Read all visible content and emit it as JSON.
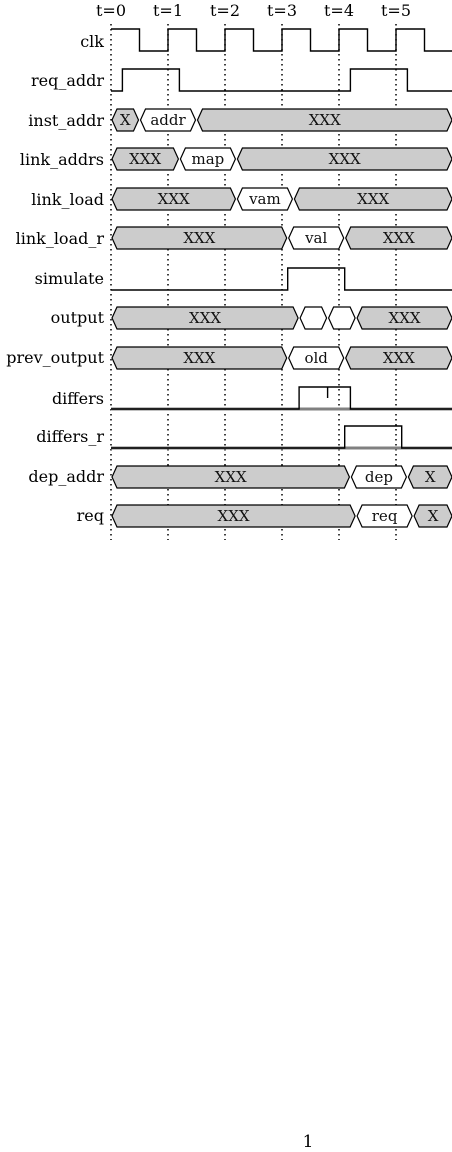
{
  "time_labels": [
    "t=0",
    "t=1",
    "t=2",
    "t=3",
    "t=4",
    "t=5"
  ],
  "signal_labels": {
    "clk": "clk",
    "req_addr": "req_addr",
    "inst_addr": "inst_addr",
    "link_addrs": "link_addrs",
    "link_load": "link_load",
    "link_load_r": "link_load_r",
    "simulate": "simulate",
    "output": "output",
    "prev_output": "prev_output",
    "differs": "differs",
    "differs_r": "differs_r",
    "dep_addr": "dep_addr",
    "req": "req"
  },
  "bus_segments": {
    "inst_addr": [
      {
        "t0": 0,
        "t1": 0.5,
        "text": "X",
        "fill": "gray"
      },
      {
        "t0": 0.5,
        "t1": 1.5,
        "text": "addr",
        "fill": "white"
      },
      {
        "t0": 1.5,
        "t1": 6,
        "text": "XXX",
        "fill": "gray"
      }
    ],
    "link_addrs": [
      {
        "t0": 0,
        "t1": 1.2,
        "text": "XXX",
        "fill": "gray"
      },
      {
        "t0": 1.2,
        "t1": 2.2,
        "text": "map",
        "fill": "white"
      },
      {
        "t0": 2.2,
        "t1": 6,
        "text": "XXX",
        "fill": "gray"
      }
    ],
    "link_load": [
      {
        "t0": 0,
        "t1": 2.2,
        "text": "XXX",
        "fill": "gray"
      },
      {
        "t0": 2.2,
        "t1": 3.2,
        "text": "vam",
        "fill": "white"
      },
      {
        "t0": 3.2,
        "t1": 6,
        "text": "XXX",
        "fill": "gray"
      }
    ],
    "link_load_r": [
      {
        "t0": 0,
        "t1": 3.1,
        "text": "XXX",
        "fill": "gray"
      },
      {
        "t0": 3.1,
        "t1": 4.1,
        "text": "val",
        "fill": "white"
      },
      {
        "t0": 4.1,
        "t1": 6,
        "text": "XXX",
        "fill": "gray"
      }
    ],
    "output": [
      {
        "t0": 0,
        "t1": 3.3,
        "text": "XXX",
        "fill": "gray"
      },
      {
        "t0": 3.3,
        "t1": 3.8,
        "text": "",
        "fill": "white"
      },
      {
        "t0": 3.8,
        "t1": 4.3,
        "text": "",
        "fill": "white"
      },
      {
        "t0": 4.3,
        "t1": 6,
        "text": "XXX",
        "fill": "gray"
      }
    ],
    "prev_output": [
      {
        "t0": 0,
        "t1": 3.1,
        "text": "XXX",
        "fill": "gray"
      },
      {
        "t0": 3.1,
        "t1": 4.1,
        "text": "old",
        "fill": "white"
      },
      {
        "t0": 4.1,
        "t1": 6,
        "text": "XXX",
        "fill": "gray"
      }
    ],
    "dep_addr": [
      {
        "t0": 0,
        "t1": 4.2,
        "text": "XXX",
        "fill": "gray"
      },
      {
        "t0": 4.2,
        "t1": 5.2,
        "text": "dep",
        "fill": "white"
      },
      {
        "t0": 5.2,
        "t1": 6,
        "text": "X",
        "fill": "gray"
      }
    ],
    "req": [
      {
        "t0": 0,
        "t1": 4.3,
        "text": "XXX",
        "fill": "gray"
      },
      {
        "t0": 4.3,
        "t1": 5.3,
        "text": "req",
        "fill": "white"
      },
      {
        "t0": 5.3,
        "t1": 6,
        "text": "X",
        "fill": "gray"
      }
    ]
  },
  "waveforms": {
    "clk": [
      [
        0,
        1
      ],
      [
        0.5,
        0
      ],
      [
        1,
        1
      ],
      [
        1.5,
        0
      ],
      [
        2,
        1
      ],
      [
        2.5,
        0
      ],
      [
        3,
        1
      ],
      [
        3.5,
        0
      ],
      [
        4,
        1
      ],
      [
        4.5,
        0
      ],
      [
        5,
        1
      ],
      [
        5.5,
        0
      ],
      [
        6,
        1
      ]
    ],
    "req_addr": [
      [
        0,
        0
      ],
      [
        0.2,
        1
      ],
      [
        1.2,
        0
      ],
      [
        4.2,
        1
      ],
      [
        5.2,
        0
      ],
      [
        6,
        0
      ]
    ],
    "simulate": [
      [
        0,
        0
      ],
      [
        3.1,
        1
      ],
      [
        4.1,
        0
      ],
      [
        6,
        0
      ]
    ],
    "differs": [
      [
        0,
        0
      ],
      [
        3.3,
        1
      ],
      [
        4.2,
        0
      ],
      [
        6,
        0
      ]
    ],
    "differs_r": [
      [
        0,
        0
      ],
      [
        4.1,
        1
      ],
      [
        5.1,
        0
      ],
      [
        6,
        0
      ]
    ]
  },
  "glitches": {
    "differs": [
      3.8
    ]
  },
  "colors": {
    "bus_gray": "#cccccc",
    "bus_white": "#ffffff",
    "stroke": "#000000",
    "undefined_line": "#808080",
    "grid": "#000000"
  },
  "page_number": "1"
}
